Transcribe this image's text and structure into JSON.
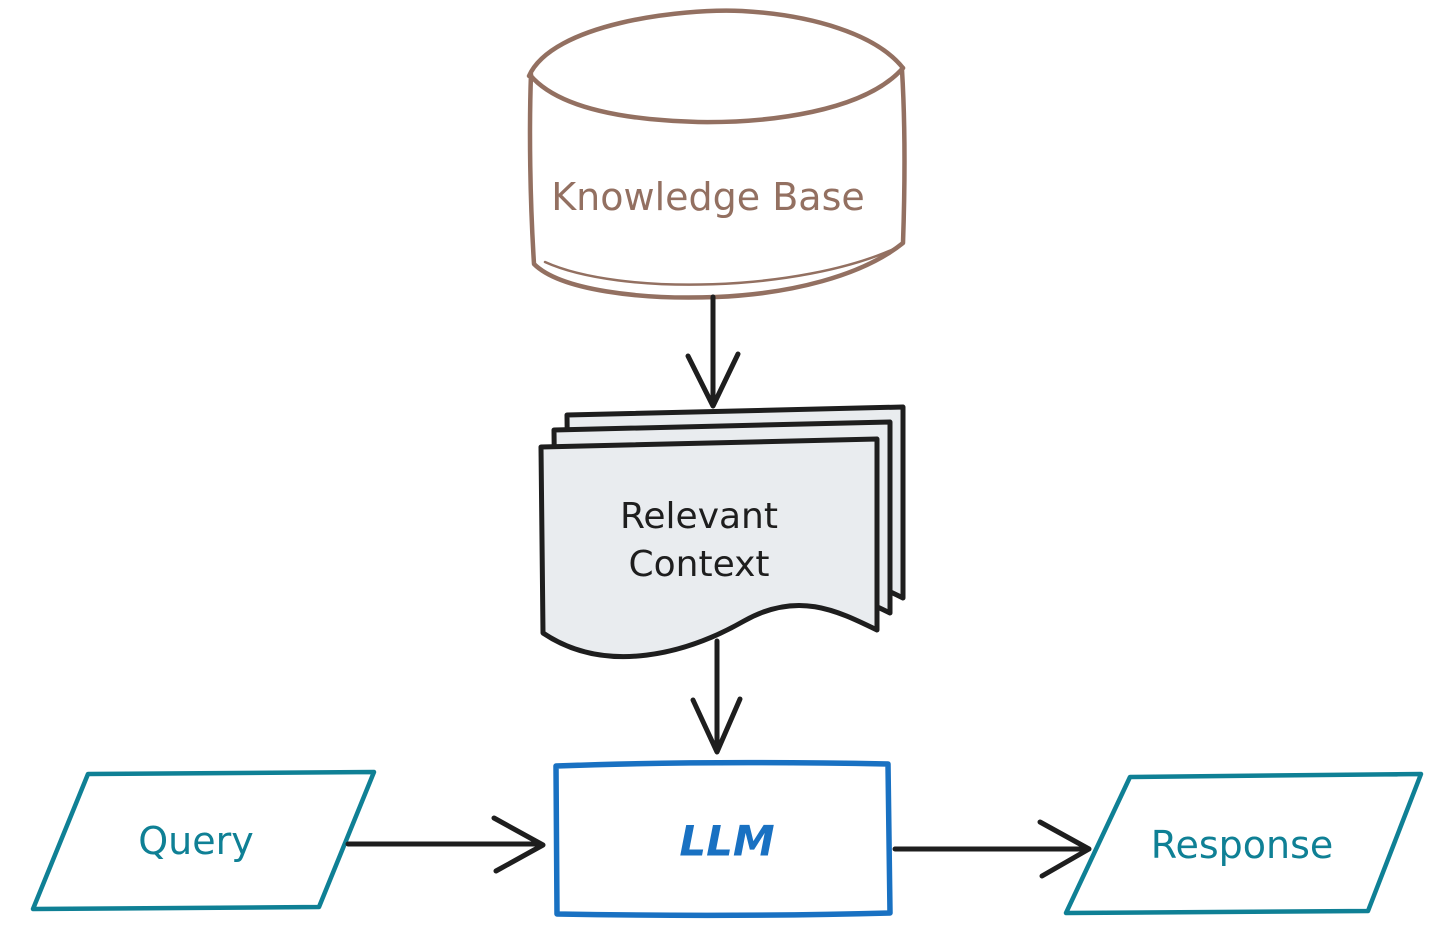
{
  "colors": {
    "ink": "#1e1e1e",
    "brown": "#937061",
    "teal": "#0f8095",
    "blue": "#1971c2",
    "doc_fill": "#e9ecef",
    "background": "#ffffff"
  },
  "nodes": {
    "knowledge_base": {
      "label": "Knowledge Base",
      "shape": "cylinder",
      "color": "#937061"
    },
    "relevant_context": {
      "lines": [
        "Relevant",
        "Context"
      ],
      "shape": "document-stack",
      "color": "#1e1e1e",
      "fill": "#e9ecef"
    },
    "query": {
      "label": "Query",
      "shape": "parallelogram",
      "color": "#0f8095"
    },
    "llm": {
      "label": "LLM",
      "shape": "rectangle",
      "color": "#1971c2"
    },
    "response": {
      "label": "Response",
      "shape": "parallelogram",
      "color": "#0f8095"
    }
  },
  "edges": [
    {
      "from": "knowledge_base",
      "to": "relevant_context"
    },
    {
      "from": "relevant_context",
      "to": "llm"
    },
    {
      "from": "query",
      "to": "llm"
    },
    {
      "from": "llm",
      "to": "response"
    }
  ]
}
